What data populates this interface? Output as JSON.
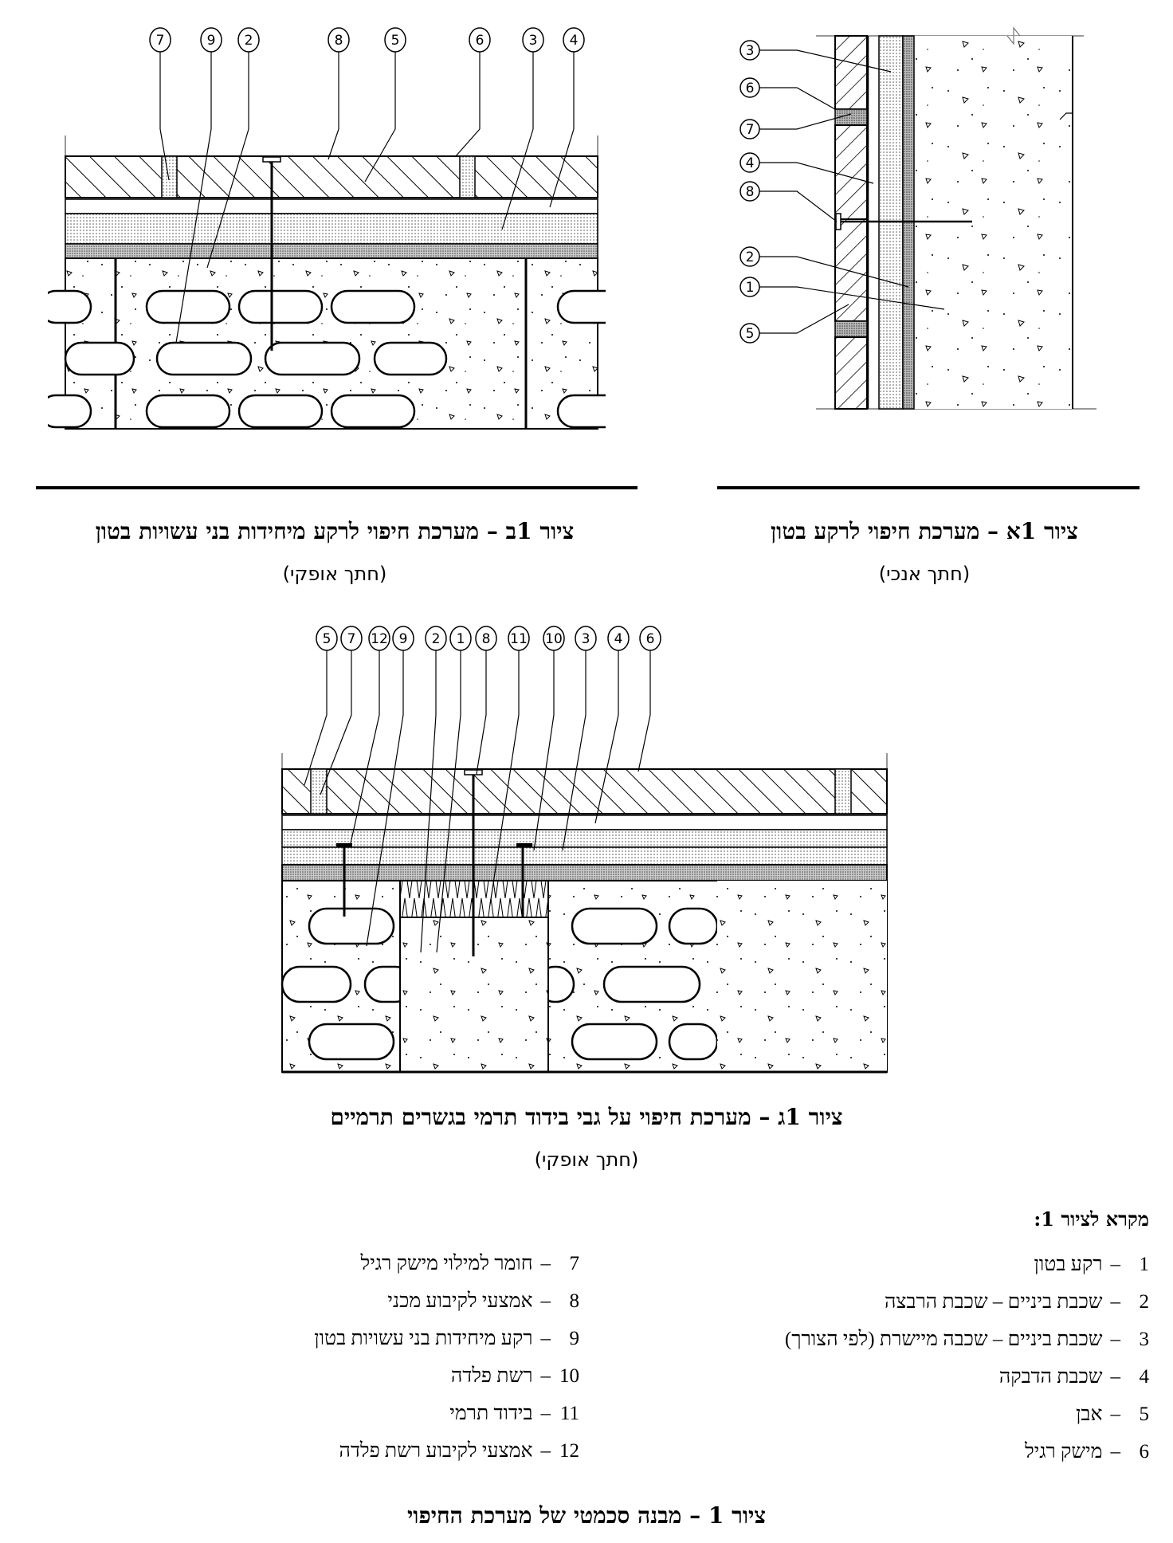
{
  "figure_1a": {
    "title": "ציור 1א – מערכת חיפוי לרקע בטון",
    "subtitle": "(חתך אנכי)",
    "callouts": [
      "3",
      "6",
      "7",
      "4",
      "8",
      "2",
      "1",
      "5"
    ]
  },
  "figure_1b": {
    "title": "ציור 1ב – מערכת חיפוי לרקע מיחידות בני עשויות בטון",
    "subtitle": "(חתך אופקי)",
    "callouts": [
      "7",
      "9",
      "2",
      "8",
      "5",
      "6",
      "3",
      "4"
    ]
  },
  "figure_1c": {
    "title": "ציור 1ג – מערכת חיפוי על גבי בידוד תרמי בגשרים תרמיים",
    "subtitle": "(חתך אופקי)",
    "callouts": [
      "5",
      "7",
      "12",
      "9",
      "2",
      "1",
      "8",
      "11",
      "10",
      "3",
      "4",
      "6"
    ]
  },
  "legend": {
    "title": "מקרא לציור 1:",
    "right_column": [
      {
        "num": "1",
        "text": "רקע בטון"
      },
      {
        "num": "2",
        "text": "שכבת ביניים – שכבת הרבצה"
      },
      {
        "num": "3",
        "text": "שכבת ביניים – שכבה מיישרת (לפי הצורך)"
      },
      {
        "num": "4",
        "text": "שכבת הדבקה"
      },
      {
        "num": "5",
        "text": "אבן"
      },
      {
        "num": "6",
        "text": "מישק רגיל"
      }
    ],
    "left_column": [
      {
        "num": "7",
        "text": "חומר למילוי מישק רגיל"
      },
      {
        "num": "8",
        "text": "אמצעי לקיבוע מכני"
      },
      {
        "num": "9",
        "text": "רקע מיחידות בני עשויות בטון"
      },
      {
        "num": "10",
        "text": "רשת פלדה"
      },
      {
        "num": "11",
        "text": "בידוד תרמי"
      },
      {
        "num": "12",
        "text": "אמצעי לקיבוע רשת פלדה"
      }
    ],
    "separator": "–"
  },
  "main_caption": "ציור 1 – מבנה סכמטי של מערכת החיפוי"
}
